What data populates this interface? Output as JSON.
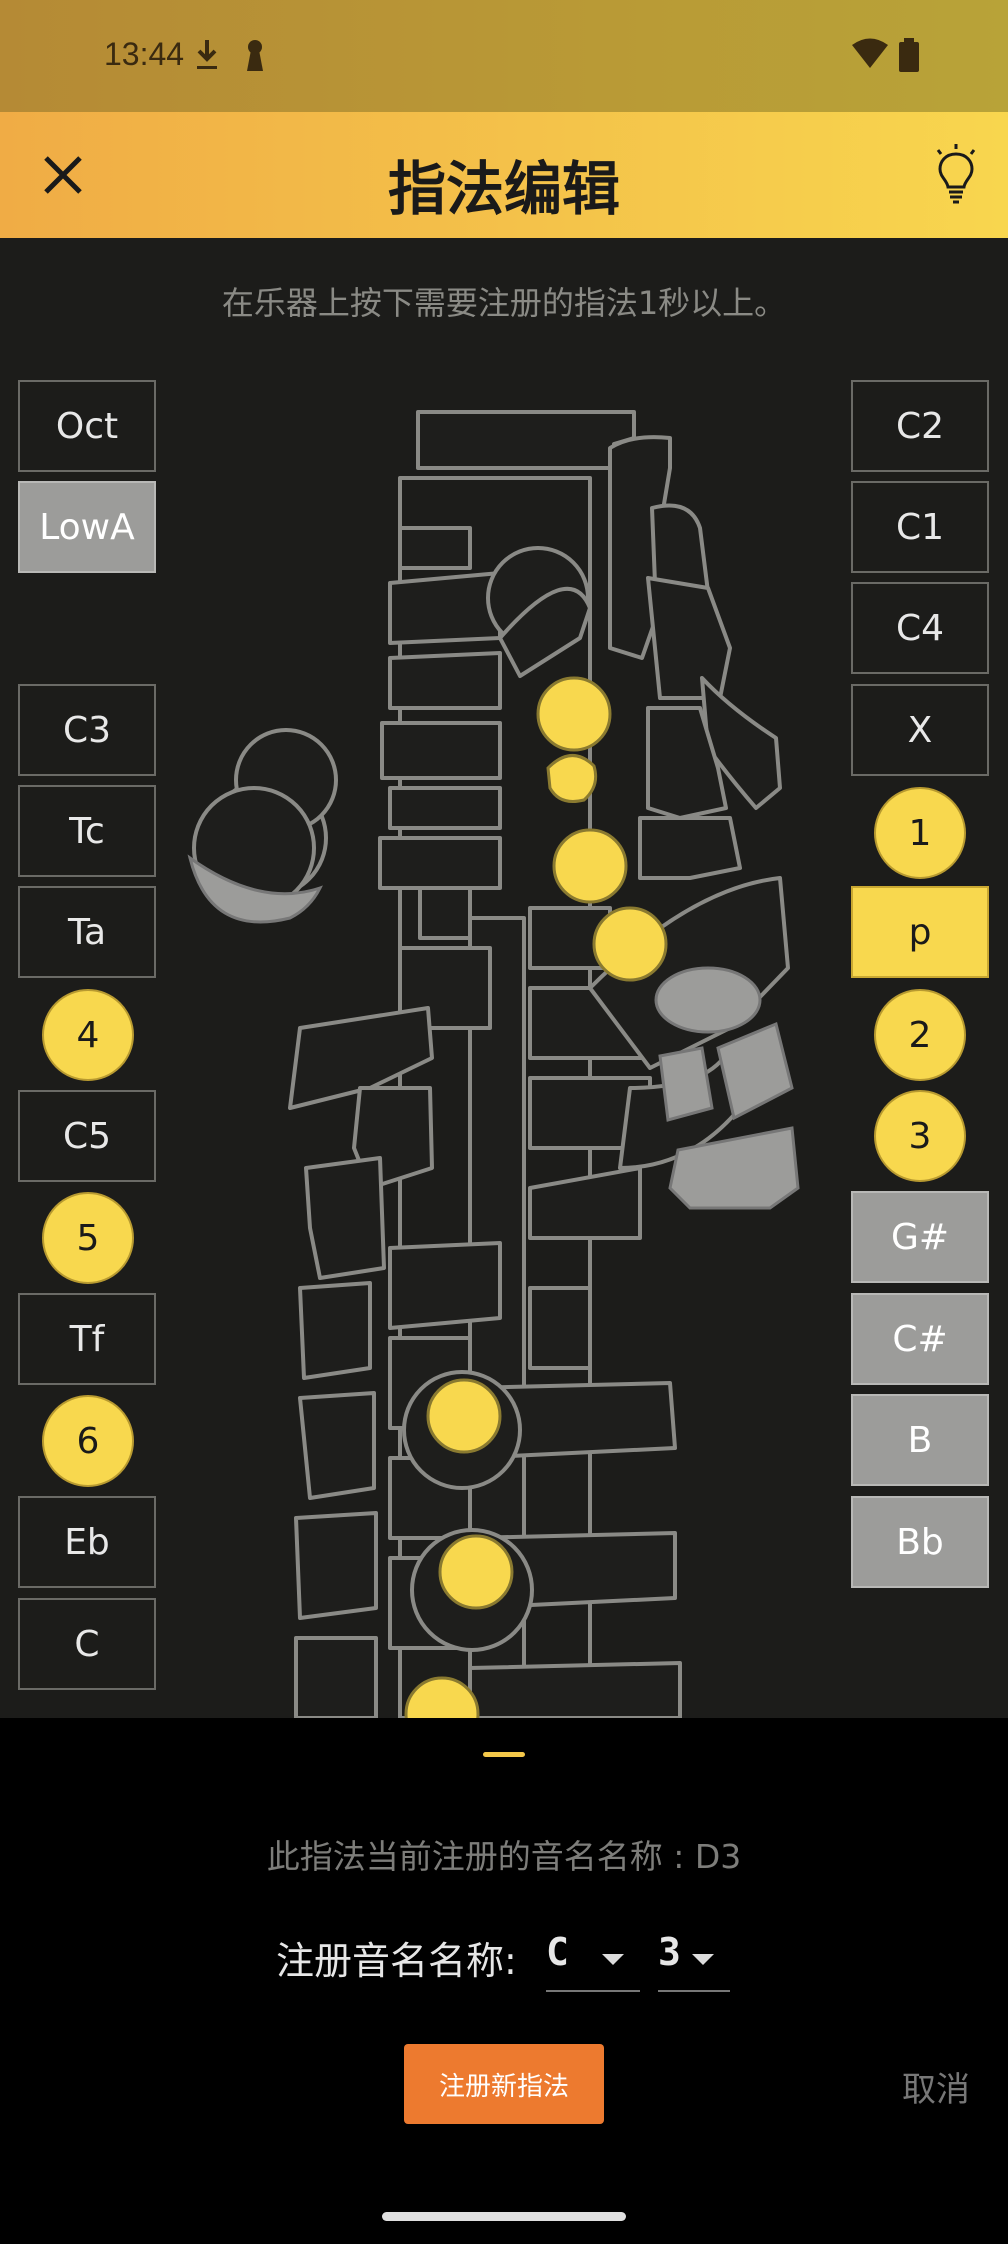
{
  "status_bar": {
    "time": "13:44"
  },
  "app_bar": {
    "title": "指法编辑"
  },
  "instruction": "在乐器上按下需要注册的指法1秒以上。",
  "left_keys": [
    {
      "label": "Oct",
      "style": "outline"
    },
    {
      "label": "LowA",
      "style": "gray"
    },
    {
      "label": "C3",
      "style": "outline"
    },
    {
      "label": "Tc",
      "style": "outline"
    },
    {
      "label": "Ta",
      "style": "outline"
    },
    {
      "label": "4",
      "style": "circle"
    },
    {
      "label": "C5",
      "style": "outline"
    },
    {
      "label": "5",
      "style": "circle"
    },
    {
      "label": "Tf",
      "style": "outline"
    },
    {
      "label": "6",
      "style": "circle"
    },
    {
      "label": "Eb",
      "style": "outline"
    },
    {
      "label": "C",
      "style": "outline"
    }
  ],
  "right_keys": [
    {
      "label": "C2",
      "style": "outline"
    },
    {
      "label": "C1",
      "style": "outline"
    },
    {
      "label": "C4",
      "style": "outline"
    },
    {
      "label": "X",
      "style": "outline"
    },
    {
      "label": "1",
      "style": "circle"
    },
    {
      "label": "p",
      "style": "yellow"
    },
    {
      "label": "2",
      "style": "circle"
    },
    {
      "label": "3",
      "style": "circle"
    },
    {
      "label": "G#",
      "style": "gray"
    },
    {
      "label": "C#",
      "style": "gray"
    },
    {
      "label": "B",
      "style": "gray"
    },
    {
      "label": "Bb",
      "style": "gray"
    }
  ],
  "colors": {
    "accent_yellow": "#f8d84e",
    "gray_key": "#9c9c9a",
    "register_button": "#ed7a2f",
    "app_bar_start": "#f0ac45",
    "app_bar_end": "#f8d64e"
  },
  "bottom": {
    "current_name": "此指法当前注册的音名名称 : D3",
    "register_label": "注册音名名称:",
    "note_value": "C",
    "octave_value": "3",
    "register_button": "注册新指法",
    "cancel": "取消"
  }
}
